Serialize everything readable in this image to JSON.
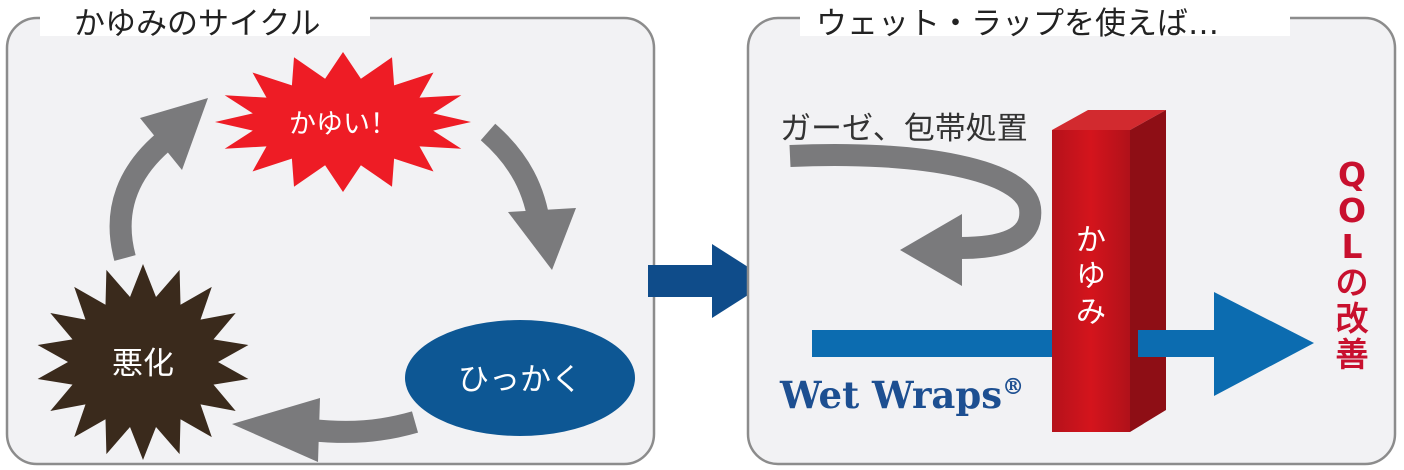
{
  "left_panel": {
    "title": "かゆみのサイクル",
    "itch_label": "かゆい！",
    "scratch_label": "ひっかく",
    "worsen_label": "悪化"
  },
  "right_panel": {
    "title": "ウェット・ラップを使えば…",
    "gauze_label": "ガーゼ、包帯処置",
    "barrier_label": [
      "か",
      "ゆ",
      "み"
    ],
    "brand_label": "Wet Wraps",
    "brand_mark": "®",
    "qol_label": [
      "Q",
      "O",
      "L",
      "の",
      "改",
      "善"
    ]
  },
  "colors": {
    "panel_bg": "#f2f2f4",
    "panel_border": "#8c8c8c",
    "gray_arrow": "#7a7a7c",
    "itch_red": "#ee1c25",
    "scratch_blue": "#0d5794",
    "worsen_brown": "#3a2a1c",
    "navy_arrow": "#0f4c8a",
    "blue_arrow": "#0c6cb0",
    "barrier_red": "#c4161c",
    "brand_navy": "#1d4f91",
    "qol_red": "#c8102e"
  }
}
